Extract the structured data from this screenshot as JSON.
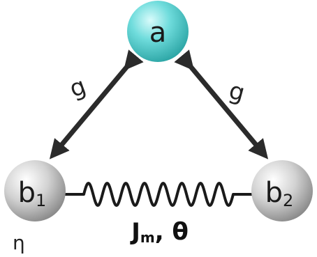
{
  "nodes": {
    "a": {
      "label": "a"
    },
    "b1": {
      "label": "b",
      "subscript": "1",
      "note": "η"
    },
    "b2": {
      "label": "b",
      "subscript": "2"
    }
  },
  "edges": {
    "left": {
      "label": "g"
    },
    "right": {
      "label": "g"
    }
  },
  "spring": {
    "label_main": "J",
    "label_sub": "m",
    "label_rest": ", θ"
  },
  "colors": {
    "a_fill": "#5fd6d6",
    "b_fill": "#cfcfcf",
    "arrow": "#2b2b2b",
    "spring": "#1a1a1a"
  }
}
